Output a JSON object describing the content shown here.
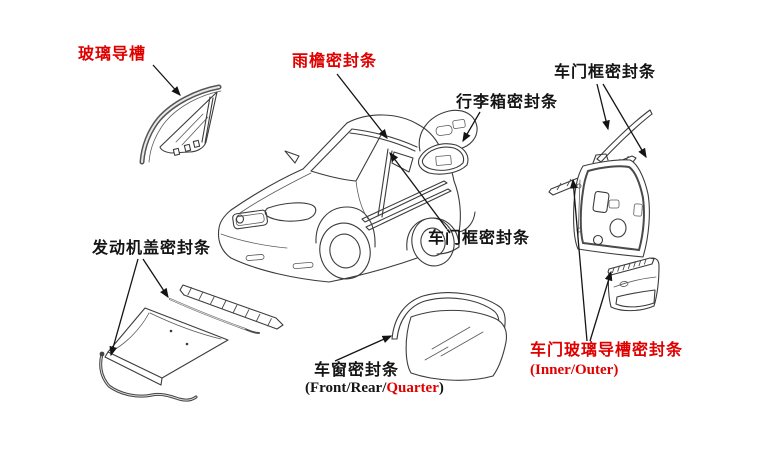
{
  "colors": {
    "label_red": "#e00000",
    "label_black": "#141414",
    "sketch_line": "#3c3c3c",
    "background": "#ffffff"
  },
  "labels": {
    "glass_run_channel": "玻璃导槽",
    "roof_drip_seal": "雨檐密封条",
    "trunk_seal": "行李箱密封条",
    "door_frame_seal_top": "车门框密封条",
    "door_frame_seal_center": "车门框密封条",
    "hood_seal": "发动机盖密封条",
    "window_seal_line1": "车窗密封条",
    "window_seal_line2_prefix": "(Front/Rear/",
    "window_seal_line2_red": "Quarter",
    "window_seal_line2_suffix": ")",
    "door_glass_run_seal_line1": "车门玻璃导槽密封条",
    "door_glass_run_seal_line2": "(Inner/Outer)"
  }
}
